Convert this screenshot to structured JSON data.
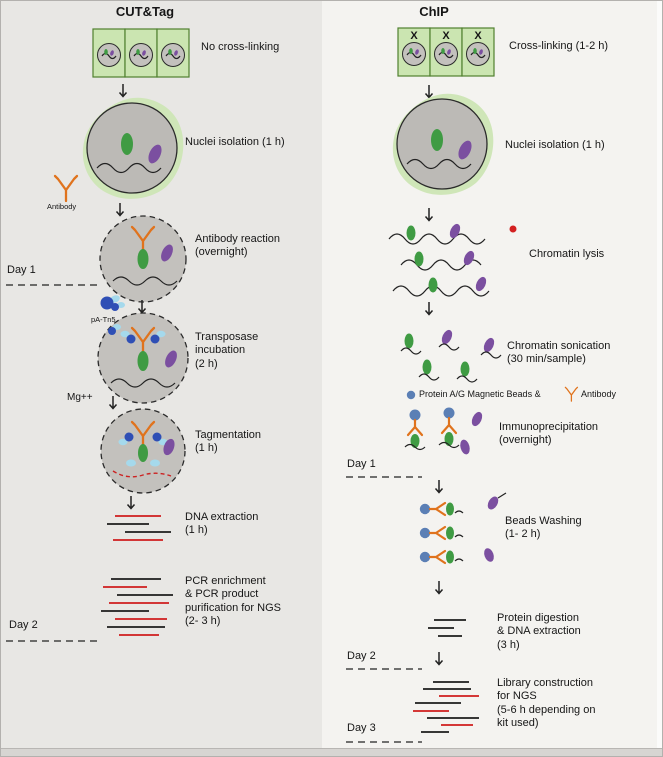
{
  "colors": {
    "left_panel_bg": "#e8e7e4",
    "right_panel_bg": "#f4f3f0",
    "cell_fill": "#cbe5b1",
    "cell_border": "#50802f",
    "nucleus_gray": "#bcbab6",
    "nuclei_blob_green": "#cfe6b8",
    "histone_green": "#3f9b43",
    "histone_purple": "#7b4fa0",
    "antibody_orange": "#e0731d",
    "tn5_dark_blue": "#2f4fb5",
    "tn5_light_blue": "#a5d9ec",
    "magnetic_bead_blue": "#5b7fb5",
    "dna_red": "#cf1d1d",
    "line_black": "#1c1c1c"
  },
  "cuttag": {
    "title": "CUT&Tag",
    "no_crosslink": "No cross-linking",
    "nuclei_isolation": "Nuclei isolation (1 h)",
    "antibody": "Antibody",
    "antibody_reaction": "Antibody reaction\n(overnight)",
    "day1": "Day 1",
    "pa_tn5": "pA-Tn5",
    "transposase": "Transposase\nincubation\n(2 h)",
    "mg": "Mg++",
    "tagmentation": "Tagmentation\n(1 h)",
    "dna_extraction": "DNA extraction\n(1 h)",
    "pcr": "PCR enrichment\n& PCR product\npurification for NGS\n(2- 3 h)",
    "day2": "Day 2"
  },
  "chip": {
    "title": "ChIP",
    "x_mark": "X",
    "crosslinking": "Cross-linking (1-2 h)",
    "nuclei_isolation": "Nuclei isolation (1 h)",
    "chromatin_lysis": "Chromatin lysis",
    "sonication": "Chromatin sonication\n(30 min/sample)",
    "legend_beads": "Protein A/G Magnetic Beads  &",
    "legend_antibody": "Antibody",
    "immunoprecipitation": "Immunoprecipitation\n(overnight)",
    "day1": "Day 1",
    "beads_washing": "Beads Washing\n(1- 2 h)",
    "protein_digestion": "Protein digestion\n& DNA extraction\n(3 h)",
    "day2": "Day 2",
    "library": "Library construction\nfor NGS\n(5-6 h depending on\nkit used)",
    "day3": "Day 3"
  }
}
